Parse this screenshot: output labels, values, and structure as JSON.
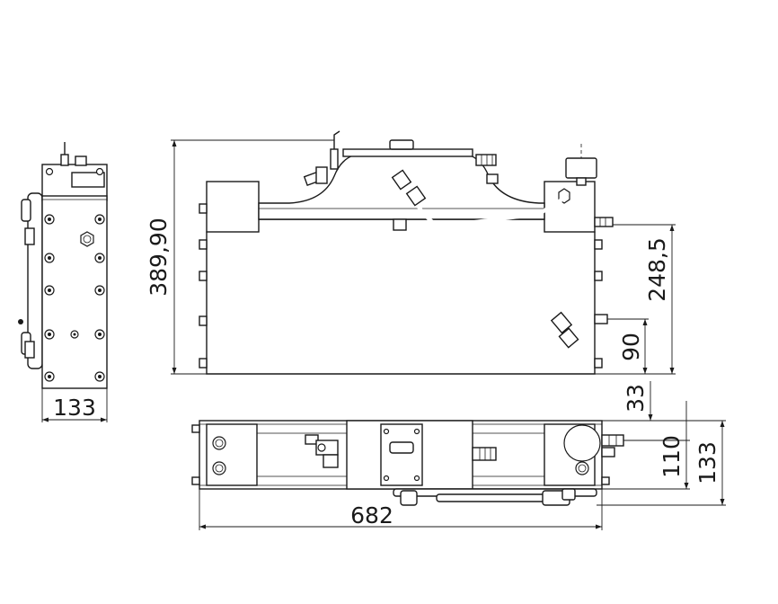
{
  "drawing": {
    "line_color": "#1a1a1a",
    "background": "#ffffff",
    "dimensions": {
      "side_width": "133",
      "total_height": "389,90",
      "port_upper_height": "248,5",
      "port_lower_height": "90",
      "top_offset": "33",
      "top_port_depth": "110",
      "top_total_depth": "133",
      "total_length": "682"
    }
  }
}
